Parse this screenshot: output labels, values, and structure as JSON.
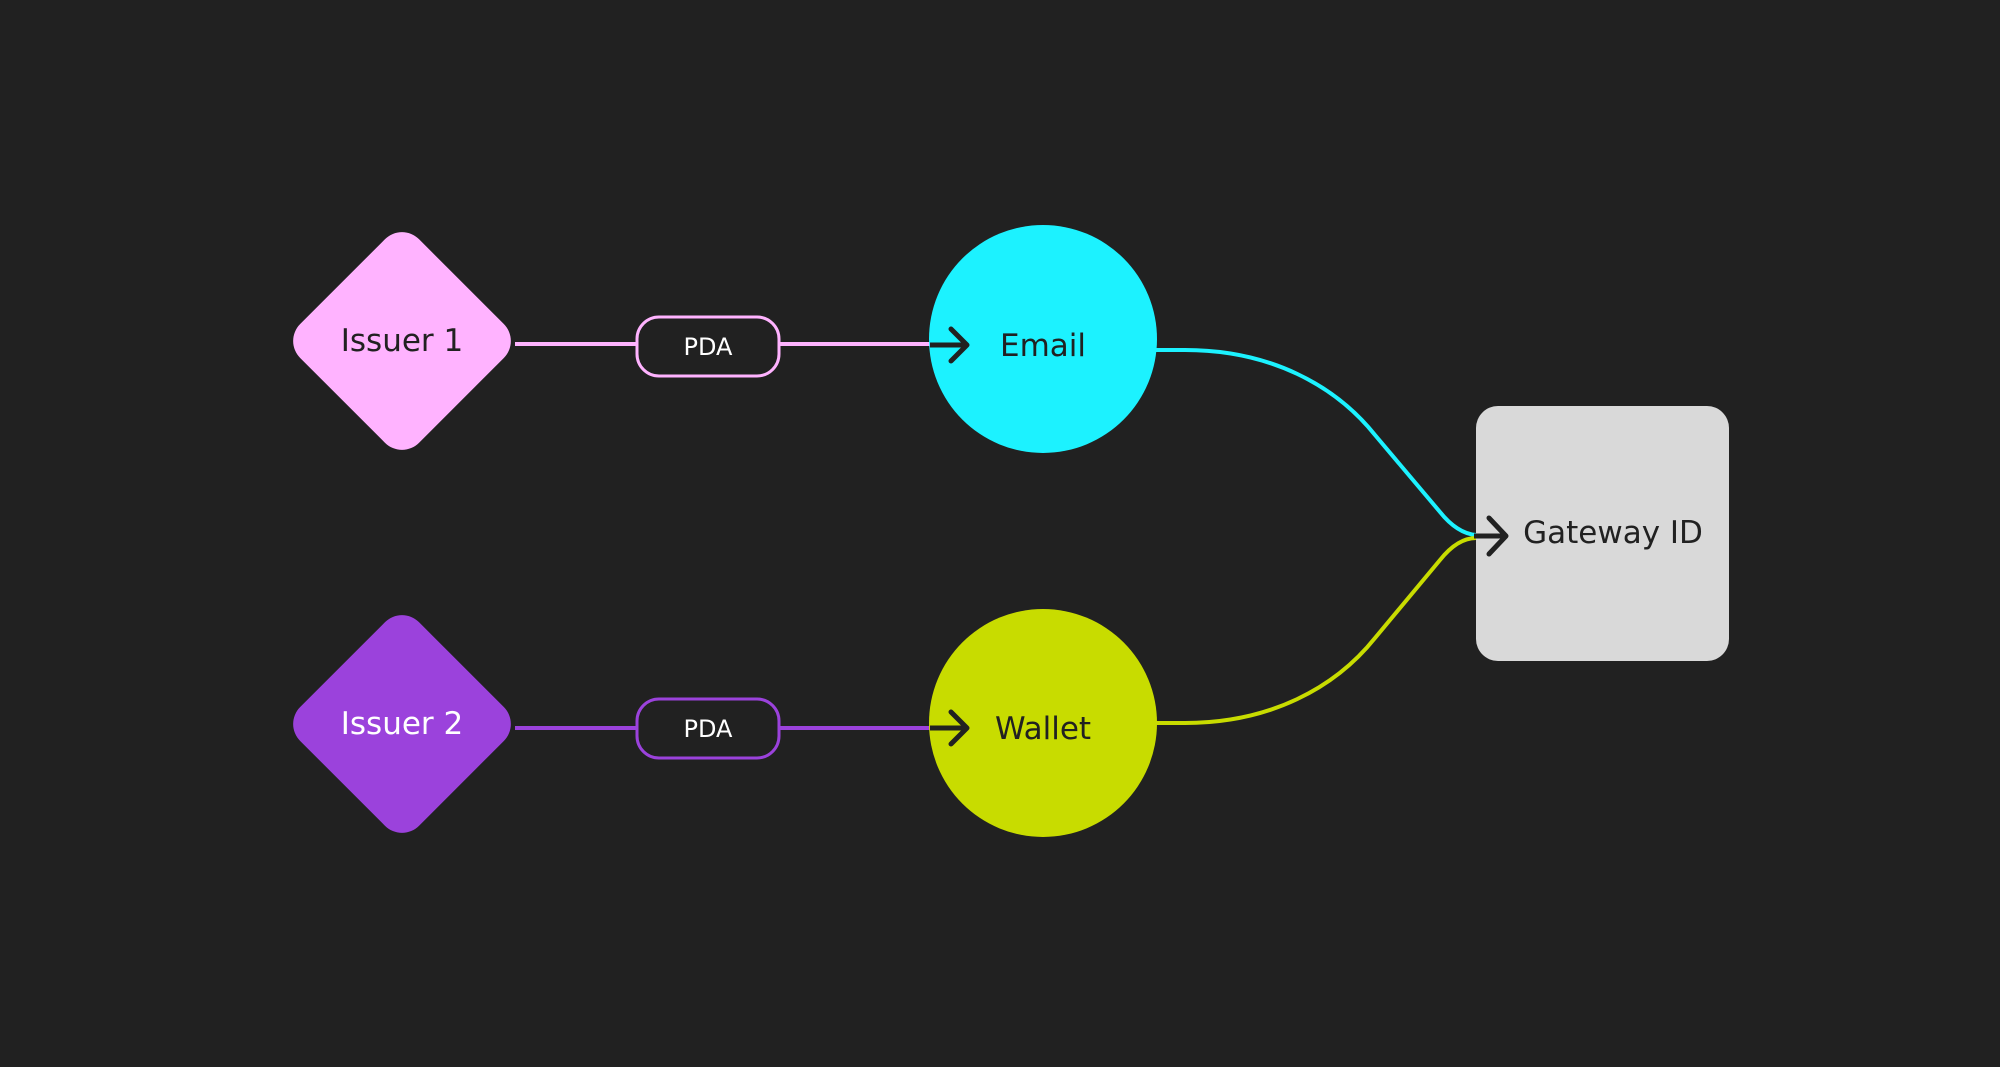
{
  "diagram": {
    "background": "#212121",
    "nodes": {
      "issuer1": {
        "label": "Issuer 1",
        "shape": "diamond",
        "fill": "#ffb3ff",
        "text_color": "#212121"
      },
      "issuer2": {
        "label": "Issuer 2",
        "shape": "diamond",
        "fill": "#9b42dc",
        "text_color": "#ffffff"
      },
      "email": {
        "label": "Email",
        "shape": "circle",
        "fill": "#1cf2ff",
        "text_color": "#212121"
      },
      "wallet": {
        "label": "Wallet",
        "shape": "circle",
        "fill": "#c8dc00",
        "text_color": "#212121"
      },
      "gateway": {
        "label": "Gateway ID",
        "shape": "rounded-square",
        "fill": "#d9d9d9",
        "text_color": "#212121"
      }
    },
    "edges": [
      {
        "from": "issuer1",
        "to": "email",
        "label": "PDA",
        "color": "#ffb3ff"
      },
      {
        "from": "issuer2",
        "to": "wallet",
        "label": "PDA",
        "color": "#9b42dc"
      },
      {
        "from": "email",
        "to": "gateway",
        "label": "",
        "color": "#1cf2ff"
      },
      {
        "from": "wallet",
        "to": "gateway",
        "label": "",
        "color": "#c8dc00"
      }
    ],
    "arrow_color": "#212121"
  }
}
